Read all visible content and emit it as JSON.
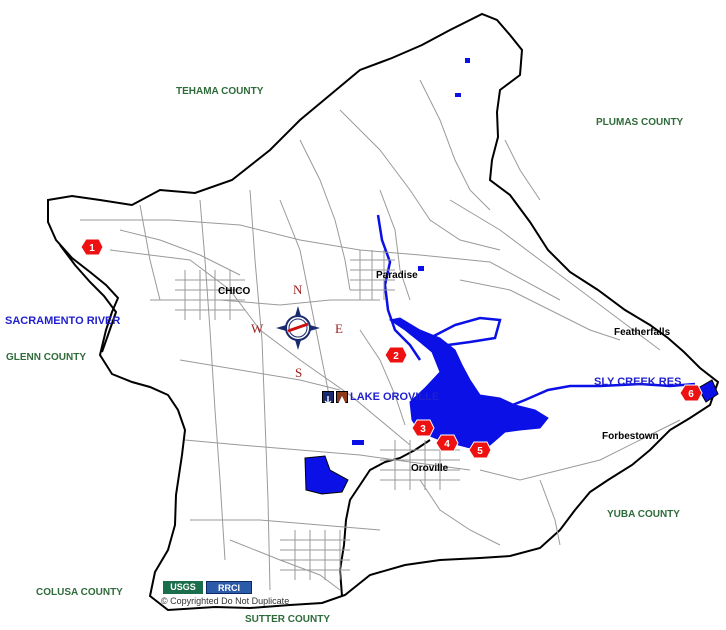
{
  "counties": {
    "tehama": "TEHAMA COUNTY",
    "plumas": "PLUMAS COUNTY",
    "glenn": "GLENN COUNTY",
    "yuba": "YUBA COUNTY",
    "colusa": "COLUSA COUNTY",
    "sutter": "SUTTER COUNTY"
  },
  "water_labels": {
    "sacramento_river": "SACRAMENTO RIVER",
    "lake_oroville": "LAKE OROVILLE",
    "sly_creek": "SLY CREEK RES"
  },
  "towns": {
    "chico": "CHICO",
    "paradise": "Paradise",
    "featherfalls": "Featherfalls",
    "forbestown": "Forbestown",
    "oroville": "Oroville"
  },
  "compass": {
    "n": "N",
    "e": "E",
    "s": "S",
    "w": "W"
  },
  "markers": [
    {
      "id": "marker-1",
      "label": "1"
    },
    {
      "id": "marker-2",
      "label": "2"
    },
    {
      "id": "marker-3",
      "label": "3"
    },
    {
      "id": "marker-4",
      "label": "4"
    },
    {
      "id": "marker-5",
      "label": "5"
    },
    {
      "id": "marker-6",
      "label": "6"
    }
  ],
  "logos": {
    "usgs": "USGS",
    "rrci": "RRCI"
  },
  "copyright": "© Copyrighted Do Not Duplicate",
  "colors": {
    "county_outline": "#000000",
    "water": "#0a10e6",
    "county_label": "#2f6b3a",
    "water_label": "#1f1fd0",
    "marker": "#ee1111",
    "roads": "#9a9a9a",
    "compass_letter": "#9b1d1d"
  },
  "icons": [
    "marina-icon",
    "campground-icon",
    "compass-rose-icon"
  ]
}
